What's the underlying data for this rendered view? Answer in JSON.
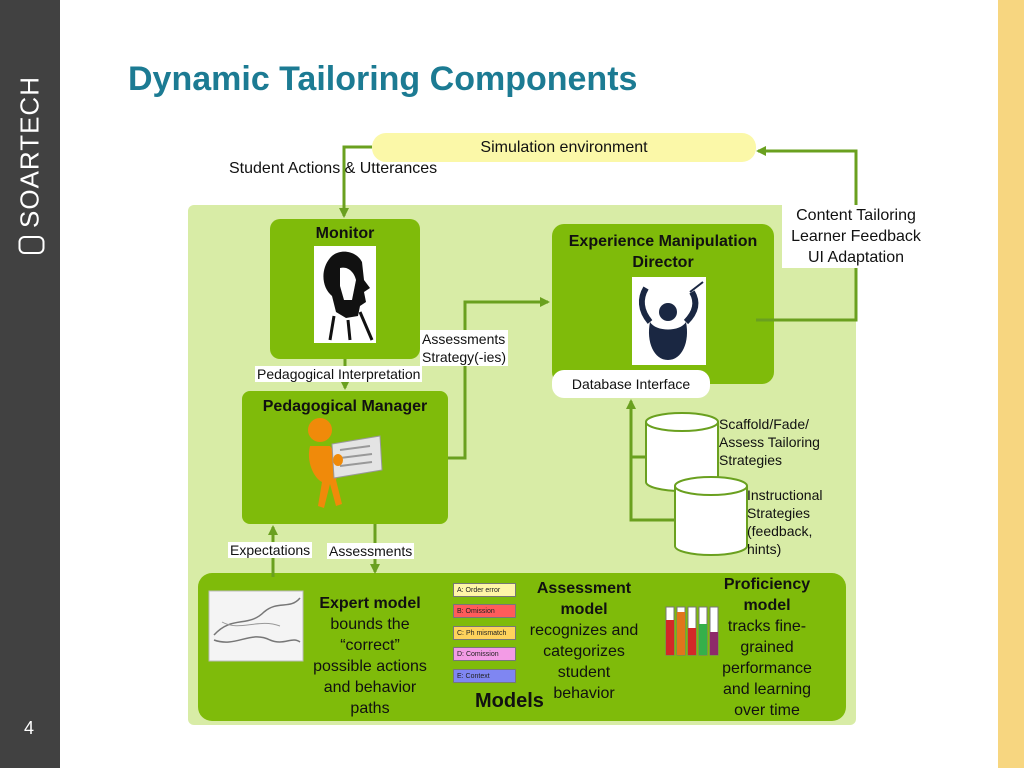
{
  "sidebar": {
    "brand": "SOARTECH",
    "page_number": "4"
  },
  "slide": {
    "title": "Dynamic Tailoring Components"
  },
  "diagram": {
    "simulation_environment": "Simulation environment",
    "student_actions": "Student Actions & Utterances",
    "monitor": {
      "title": "Monitor"
    },
    "emd": {
      "title_line1": "Experience Manipulation",
      "title_line2": "Director"
    },
    "database_interface": "Database Interface",
    "content_tailoring": [
      "Content Tailoring",
      "Learner Feedback",
      "UI Adaptation"
    ],
    "assessments_strategy": [
      "Assessments",
      "Strategy(-ies)"
    ],
    "pedagogical_interpretation": "Pedagogical Interpretation",
    "pedagogical_manager": {
      "title": "Pedagogical Manager"
    },
    "scaffold_strategies": [
      "Scaffold/Fade/",
      "Assess Tailoring",
      "Strategies"
    ],
    "instructional_strategies": [
      "Instructional",
      "Strategies",
      "(feedback,",
      "hints)"
    ],
    "expectations": "Expectations",
    "assessments": "Assessments",
    "models_label": "Models",
    "expert_model": {
      "title": "Expert model",
      "desc": [
        "bounds the",
        "“correct”",
        "possible actions",
        "and behavior",
        "paths"
      ]
    },
    "assessment_model": {
      "title": [
        "Assessment",
        "model"
      ],
      "desc": [
        "recognizes and",
        "categorizes",
        "student",
        "behavior"
      ]
    },
    "proficiency_model": {
      "title": [
        "Proficiency",
        "model"
      ],
      "desc": [
        "tracks fine-",
        "grained",
        "performance",
        "and learning",
        "over time"
      ]
    },
    "legend_items": [
      {
        "label": "A: Order error",
        "color": "#fff6a8"
      },
      {
        "label": "B: Omission",
        "color": "#ff5b5b"
      },
      {
        "label": "C: Ph mismatch",
        "color": "#ffd35c"
      },
      {
        "label": "D: Comission",
        "color": "#f39be6"
      },
      {
        "label": "E: Context",
        "color": "#7f86f2"
      }
    ]
  },
  "colors": {
    "title": "#1c7b93",
    "sidebar": "#414141",
    "right_accent": "#f7d680",
    "panel_bg": "#d8eca6",
    "box_green": "#7fbb0a",
    "arrow": "#6aa01f",
    "sim_env": "#fbf8a8"
  }
}
